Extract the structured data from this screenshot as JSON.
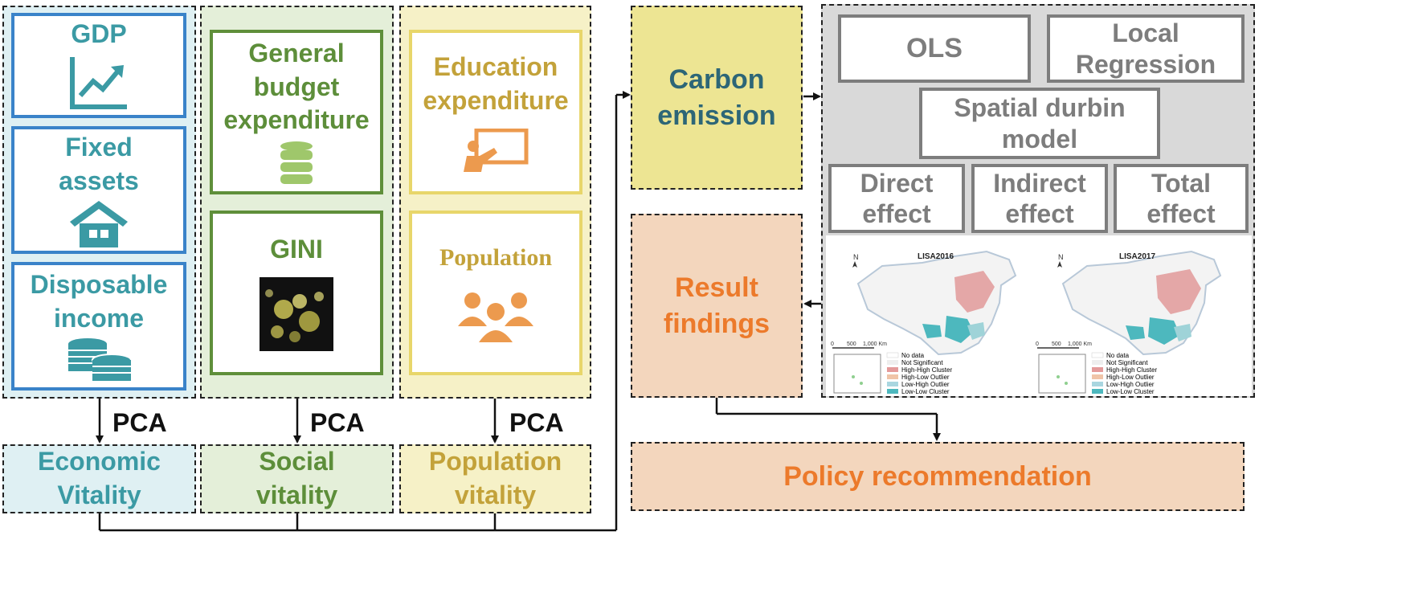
{
  "economic_panel": {
    "gdp": "GDP",
    "fixed_assets": "Fixed\nassets",
    "disposable_income": "Disposable\nincome",
    "output": "Economic\nVitality"
  },
  "social_panel": {
    "budget": "General\nbudget\nexpenditure",
    "gini": "GINI",
    "output": "Social\nvitality"
  },
  "population_panel": {
    "education": "Education\nexpenditure",
    "population": "Population",
    "output": "Population\nvitality"
  },
  "pca_label": "PCA",
  "carbon": "Carbon\nemission",
  "result": "Result\nfindings",
  "policy": "Policy recommendation",
  "models": {
    "ols": "OLS",
    "local_regression": "Local\nRegression",
    "sdm": "Spatial durbin\nmodel",
    "direct": "Direct\neffect",
    "indirect": "Indirect\neffect",
    "total": "Total\neffect"
  },
  "maps": [
    {
      "title": "LISA2016",
      "scale": [
        "0",
        "500",
        "1,000 Km"
      ]
    },
    {
      "title": "LISA2017",
      "scale": [
        "0",
        "500",
        "1,000 Km"
      ]
    }
  ],
  "legend": [
    "No data",
    "Not Significant",
    "High-High Cluster",
    "High-Low Outlier",
    "Low-High Outlier",
    "Low-Low Cluster"
  ],
  "colors": {
    "economic_bg": "#dff0f3",
    "social_bg": "#e4efd9",
    "population_bg": "#f6f1c7",
    "carbon_bg": "#ede593",
    "result_bg": "#f3d6bd",
    "model_bg": "#d9d9d9",
    "high_high": "#e49a9a",
    "low_low": "#4db8be"
  }
}
